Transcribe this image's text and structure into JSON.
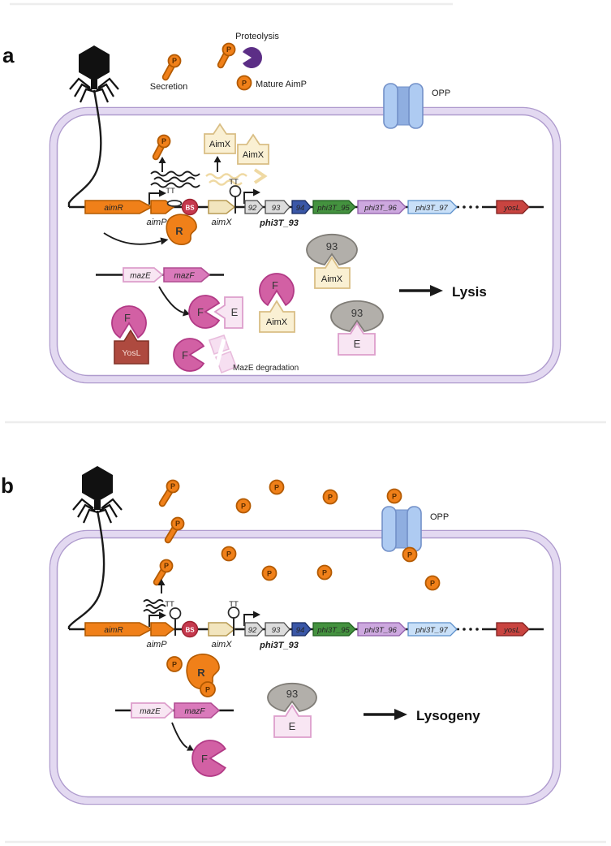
{
  "labels": {
    "panel_a": "a",
    "panel_b": "b",
    "secretion": "Secretion",
    "proteolysis": "Proteolysis",
    "mature_aimp": "Mature AimP",
    "opp": "OPP",
    "aimR": "aimR",
    "aimP": "aimP",
    "aimX": "aimX",
    "tt": "TT",
    "bs": "BS",
    "r": "R",
    "p": "P",
    "f": "F",
    "e": "E",
    "gene92": "92",
    "gene93": "93",
    "gene94": "94",
    "phi3t_93": "phi3T_93",
    "phi3t_95": "phi3T_95",
    "phi3t_96": "phi3T_96",
    "phi3t_97": "phi3T_97",
    "yosl": "yosL",
    "yosl_box": "YosL",
    "maze": "mazE",
    "mazf": "mazF",
    "aimx_tag": "AimX",
    "blob93": "93",
    "maze_degradation": "MazE degradation",
    "lysis": "Lysis",
    "lysogeny": "Lysogeny"
  },
  "colors": {
    "accent_orange": "#F08019",
    "orange_border": "#B35A00",
    "cream_gene": "#F2E5BE",
    "tag_cream": "#FAF0D3",
    "tag_border": "#D9BE85",
    "bs_red": "#C5394E",
    "gene_gray": "#DCDCDC",
    "gene_blue": "#3A57A7",
    "gene_green": "#44923F",
    "gene_lilac": "#CDA8DF",
    "gene_lightblue": "#C9E0F8",
    "yosl_red": "#C94440",
    "maze_pink_light": "#F8E6F3",
    "mazf_pink": "#DA7ABB",
    "f_magenta": "#D260A4",
    "yosl_box_red": "#AE4A3F",
    "blob_gray": "#B2AFAA",
    "membrane_lavender": "#E3D9F1",
    "membrane_edge": "#AF9BCE",
    "opp_blue": "#AECBF2",
    "opp_blue_dark": "#8FAEE0",
    "protease_purple": "#5C2E86"
  }
}
